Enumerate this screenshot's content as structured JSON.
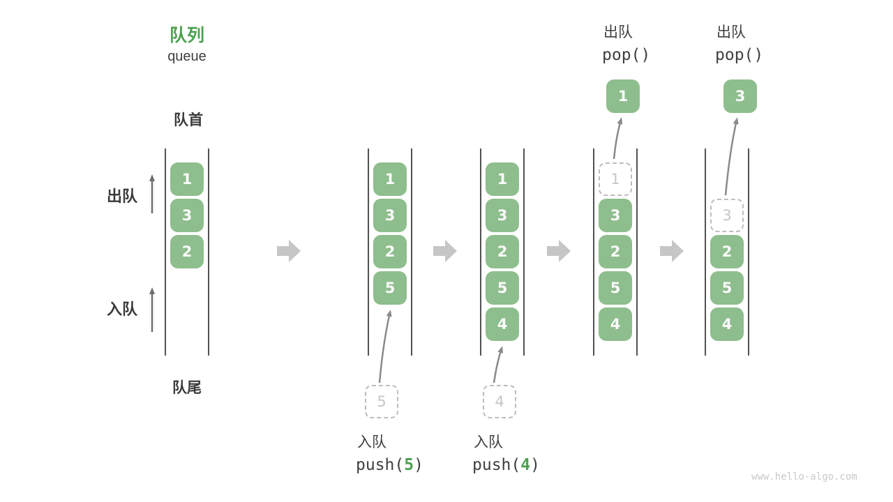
{
  "page": {
    "title_zh": "队列",
    "title_en": "queue",
    "watermark": "www.hello-algo.com"
  },
  "labels": {
    "front": "队首",
    "rear": "队尾",
    "dequeue_side": "出队",
    "enqueue_side": "入队"
  },
  "colors": {
    "accent_green": "#4ba14f",
    "box_green": "#8ebe8d",
    "box_text": "#fafafa",
    "dark_text": "#3f3f3f",
    "wall_gray": "#515151",
    "line_arrow_gray": "#8a8a8a",
    "block_arrow_gray": "#c6c6c6",
    "dashed_border_gray": "#bdbdbd",
    "dashed_text_gray": "#c6c6c6",
    "watermark_gray": "#c9c9c9"
  },
  "columns": [
    {
      "name": "state-initial",
      "cells": [
        {
          "slot": 1,
          "value": "1",
          "type": "solid"
        },
        {
          "slot": 2,
          "value": "3",
          "type": "solid"
        },
        {
          "slot": 3,
          "value": "2",
          "type": "solid"
        }
      ]
    },
    {
      "name": "state-after-push-5",
      "cells": [
        {
          "slot": 1,
          "value": "1",
          "type": "solid"
        },
        {
          "slot": 2,
          "value": "3",
          "type": "solid"
        },
        {
          "slot": 3,
          "value": "2",
          "type": "solid"
        },
        {
          "slot": 4,
          "value": "5",
          "type": "solid"
        }
      ],
      "below": {
        "pending_value": "5",
        "label": "入队",
        "code": [
          {
            "text": "push(",
            "accent": false
          },
          {
            "text": "5",
            "accent": true
          },
          {
            "text": ")",
            "accent": false
          }
        ]
      }
    },
    {
      "name": "state-after-push-4",
      "cells": [
        {
          "slot": 1,
          "value": "1",
          "type": "solid"
        },
        {
          "slot": 2,
          "value": "3",
          "type": "solid"
        },
        {
          "slot": 3,
          "value": "2",
          "type": "solid"
        },
        {
          "slot": 4,
          "value": "5",
          "type": "solid"
        },
        {
          "slot": 5,
          "value": "4",
          "type": "solid"
        }
      ],
      "below": {
        "pending_value": "4",
        "label": "入队",
        "code": [
          {
            "text": "push(",
            "accent": false
          },
          {
            "text": "4",
            "accent": true
          },
          {
            "text": ")",
            "accent": false
          }
        ]
      }
    },
    {
      "name": "state-after-pop-1",
      "cells": [
        {
          "slot": 1,
          "value": "1",
          "type": "dashed"
        },
        {
          "slot": 2,
          "value": "3",
          "type": "solid"
        },
        {
          "slot": 3,
          "value": "2",
          "type": "solid"
        },
        {
          "slot": 4,
          "value": "5",
          "type": "solid"
        },
        {
          "slot": 5,
          "value": "4",
          "type": "solid"
        }
      ],
      "above": {
        "label": "出队",
        "code": [
          {
            "text": "pop()",
            "accent": false
          }
        ],
        "popped_value": "1"
      }
    },
    {
      "name": "state-after-pop-3",
      "cells": [
        {
          "slot": 2,
          "value": "3",
          "type": "dashed"
        },
        {
          "slot": 3,
          "value": "2",
          "type": "solid"
        },
        {
          "slot": 4,
          "value": "5",
          "type": "solid"
        },
        {
          "slot": 5,
          "value": "4",
          "type": "solid"
        }
      ],
      "above": {
        "label": "出队",
        "code": [
          {
            "text": "pop()",
            "accent": false
          }
        ],
        "popped_value": "3"
      }
    }
  ]
}
